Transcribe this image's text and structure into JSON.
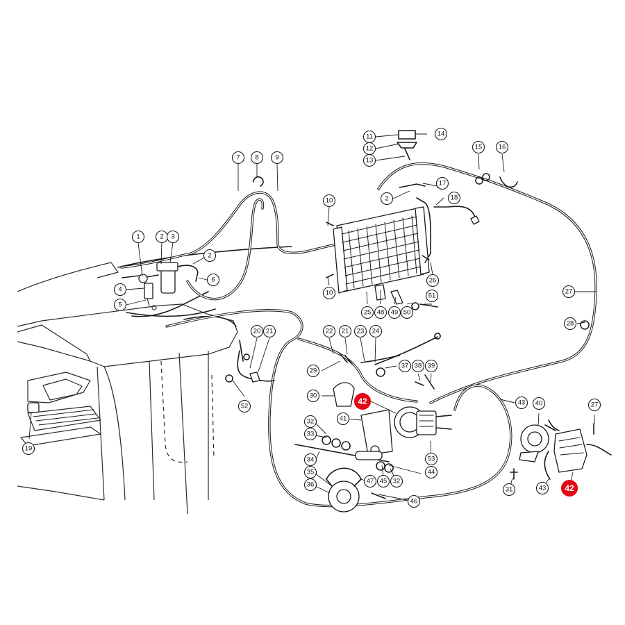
{
  "highlight_color": "#e30613",
  "callouts": [
    {
      "id": "c7",
      "label": "7"
    },
    {
      "id": "c8",
      "label": "8"
    },
    {
      "id": "c9",
      "label": "9"
    },
    {
      "id": "c1",
      "label": "1"
    },
    {
      "id": "c2a",
      "label": "2"
    },
    {
      "id": "c3",
      "label": "3"
    },
    {
      "id": "c2b",
      "label": "2"
    },
    {
      "id": "c6",
      "label": "6"
    },
    {
      "id": "c4",
      "label": "4"
    },
    {
      "id": "c5",
      "label": "5"
    },
    {
      "id": "c11",
      "label": "11"
    },
    {
      "id": "c14",
      "label": "14"
    },
    {
      "id": "c12",
      "label": "12"
    },
    {
      "id": "c13",
      "label": "13"
    },
    {
      "id": "c15",
      "label": "15"
    },
    {
      "id": "c16",
      "label": "16"
    },
    {
      "id": "c2c",
      "label": "2"
    },
    {
      "id": "c17",
      "label": "17"
    },
    {
      "id": "c18",
      "label": "18"
    },
    {
      "id": "c10a",
      "label": "10"
    },
    {
      "id": "c10b",
      "label": "10"
    },
    {
      "id": "c26",
      "label": "26"
    },
    {
      "id": "c27a",
      "label": "27"
    },
    {
      "id": "c28",
      "label": "28"
    },
    {
      "id": "c25",
      "label": "25"
    },
    {
      "id": "c48",
      "label": "48"
    },
    {
      "id": "c49",
      "label": "49"
    },
    {
      "id": "c50",
      "label": "50"
    },
    {
      "id": "c51",
      "label": "51"
    },
    {
      "id": "c20",
      "label": "20"
    },
    {
      "id": "c21a",
      "label": "21"
    },
    {
      "id": "c22",
      "label": "22"
    },
    {
      "id": "c21b",
      "label": "21"
    },
    {
      "id": "c23",
      "label": "23"
    },
    {
      "id": "c24",
      "label": "24"
    },
    {
      "id": "c29",
      "label": "29"
    },
    {
      "id": "c37",
      "label": "37"
    },
    {
      "id": "c38",
      "label": "38"
    },
    {
      "id": "c39",
      "label": "39"
    },
    {
      "id": "c30",
      "label": "30"
    },
    {
      "id": "c52",
      "label": "52"
    },
    {
      "id": "c19",
      "label": "19"
    },
    {
      "id": "c42a",
      "label": "42",
      "highlight": true
    },
    {
      "id": "c41",
      "label": "41"
    },
    {
      "id": "c43a",
      "label": "43"
    },
    {
      "id": "c32a",
      "label": "32"
    },
    {
      "id": "c33",
      "label": "33"
    },
    {
      "id": "c34",
      "label": "34"
    },
    {
      "id": "c35",
      "label": "35"
    },
    {
      "id": "c36",
      "label": "36"
    },
    {
      "id": "c47",
      "label": "47"
    },
    {
      "id": "c45",
      "label": "45"
    },
    {
      "id": "c32b",
      "label": "32"
    },
    {
      "id": "c44",
      "label": "44"
    },
    {
      "id": "c53",
      "label": "53"
    },
    {
      "id": "c46",
      "label": "46"
    },
    {
      "id": "c40",
      "label": "40"
    },
    {
      "id": "c27b",
      "label": "27"
    },
    {
      "id": "c31",
      "label": "31"
    },
    {
      "id": "c43b",
      "label": "43"
    },
    {
      "id": "c42b",
      "label": "42",
      "highlight": true
    }
  ]
}
